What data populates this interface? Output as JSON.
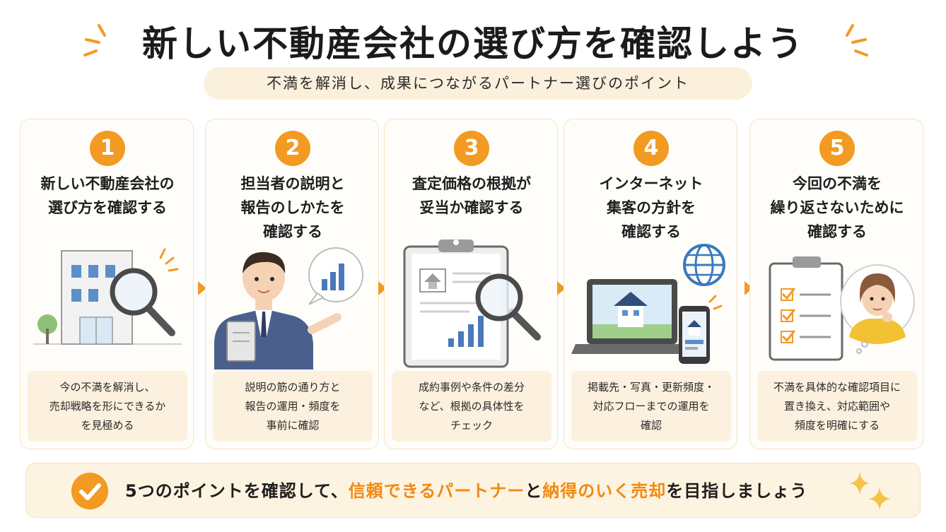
{
  "title": "新しい不動産会社の選び方を確認しよう",
  "subtitle": "不満を解消し、成果につながるパートナー選びのポイント",
  "accent_color": "#f39a22",
  "steps": [
    {
      "number": "1",
      "title_lines": [
        "新しい不動産会社の",
        "選び方を確認する"
      ],
      "icon": "building-magnifier-icon",
      "desc_lines": [
        "今の不満を解消し、",
        "売却戦略を形にできるか",
        "を見極める"
      ]
    },
    {
      "number": "2",
      "title_lines": [
        "担当者の説明と",
        "報告のしかたを",
        "確認する"
      ],
      "icon": "agent-presenting-chart-icon",
      "desc_lines": [
        "説明の筋の通り方と",
        "報告の運用・頻度を",
        "事前に確認"
      ]
    },
    {
      "number": "3",
      "title_lines": [
        "査定価格の根拠が",
        "妥当か確認する"
      ],
      "icon": "clipboard-magnifier-icon",
      "desc_lines": [
        "成約事例や条件の差分",
        "など、根拠の具体性を",
        "チェック"
      ]
    },
    {
      "number": "4",
      "title_lines": [
        "インターネット",
        "集客の方針を",
        "確認する"
      ],
      "icon": "laptop-phone-globe-icon",
      "desc_lines": [
        "掲載先・写真・更新頻度・",
        "対応フローまでの運用を",
        "確認"
      ]
    },
    {
      "number": "5",
      "title_lines": [
        "今回の不満を",
        "繰り返さないために",
        "確認する"
      ],
      "icon": "checklist-woman-icon",
      "desc_lines": [
        "不満を具体的な確認項目に",
        "置き換え、対応範囲や",
        "頻度を明確にする"
      ]
    }
  ],
  "footer": {
    "part1": "5つのポイントを確認して、",
    "highlight1": "信頼できるパートナー",
    "part2": "と",
    "highlight2": "納得のいく売却",
    "part3": "を目指しましょう"
  }
}
